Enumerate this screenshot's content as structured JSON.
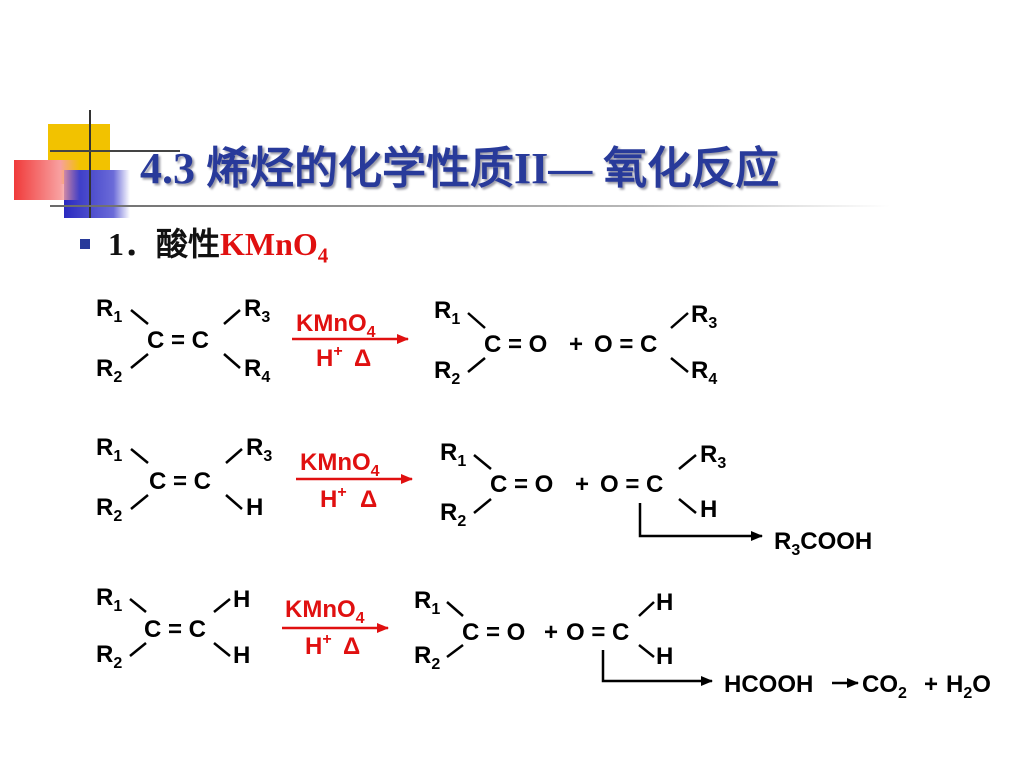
{
  "header": {
    "title": "4.3  烯烃的化学性质II— 氧化反应",
    "bullet_text": "1．酸性",
    "bullet_formula_main": "KMnO",
    "bullet_formula_sub": "4"
  },
  "reagent": {
    "formula": "KMnO",
    "formula_sub": "4",
    "acid": "H",
    "acid_sup": "+",
    "heat": "Δ"
  },
  "atoms": {
    "R": "R",
    "H": "H",
    "C": "C",
    "double_bond_cc": "C = C",
    "co_left": "C = O",
    "co_plus": "+",
    "co_right": "O = C",
    "sub1": "1",
    "sub2": "2",
    "sub3": "3",
    "sub4": "4"
  },
  "products": {
    "acid_row2_prefix": "R",
    "acid_row2_sub": "3",
    "acid_row2_suffix": "COOH",
    "formic_acid": "HCOOH",
    "co2_prefix": "CO",
    "co2_sub": "2",
    "plus": "+",
    "water_prefix": "H",
    "water_sub": "2",
    "water_suffix": "O"
  },
  "colors": {
    "title": "#283a9a",
    "reagent": "#e01010",
    "text": "#000000"
  }
}
